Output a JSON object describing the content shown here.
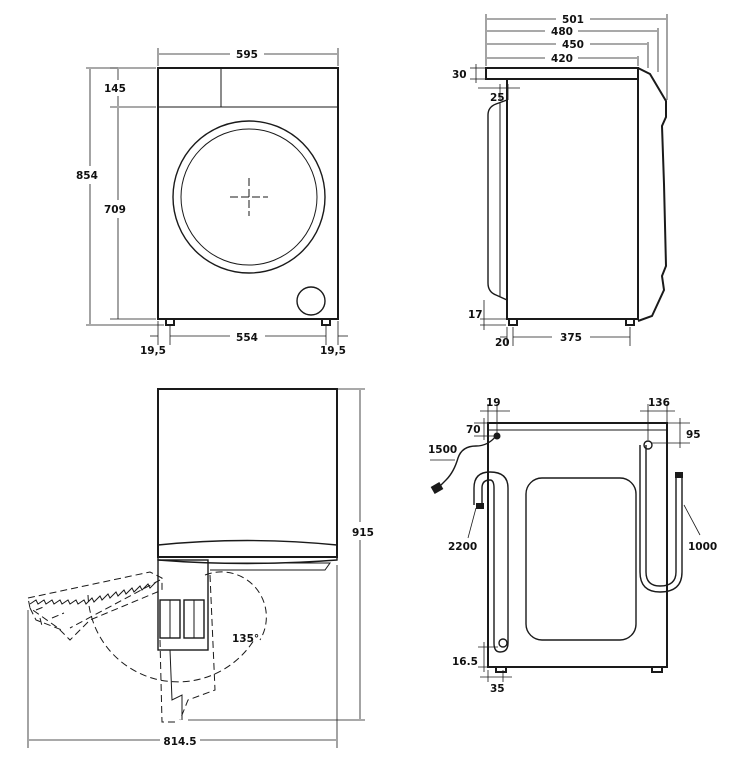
{
  "front_view": {
    "width": "595",
    "top_panel_height": "145",
    "total_height": "854",
    "body_height": "709",
    "foot_offset_left": "19,5",
    "foot_span": "554",
    "foot_offset_right": "19,5"
  },
  "side_view": {
    "depth_501": "501",
    "depth_480": "480",
    "depth_450": "450",
    "depth_420": "420",
    "top_thickness": "30",
    "door_offset": "25",
    "foot_height": "17",
    "foot_inset": "20",
    "foot_span": "375"
  },
  "door_view": {
    "open_height": "915",
    "open_angle": "135°",
    "open_depth": "814.5"
  },
  "rear_view": {
    "inlet_offset": "19",
    "inlet_height": "70",
    "power_cord_length": "1500",
    "drain_hose_length": "2200",
    "right_offset": "136",
    "right_height": "95",
    "inlet_hose_length": "1000",
    "bottom_height": "16.5",
    "bottom_offset": "35"
  }
}
